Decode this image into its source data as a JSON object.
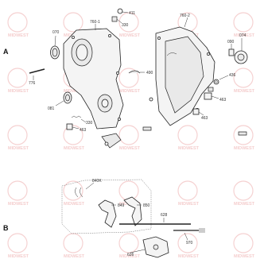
{
  "sections": {
    "a": "A",
    "b": "B"
  },
  "watermark": {
    "text": "MIDWEST"
  },
  "callouts": {
    "c070": "070",
    "c760_1": "760-1",
    "c411": "411",
    "c330_top": "330",
    "c760_2": "760-2",
    "c090": "090",
    "c074": "074",
    "c776": "776",
    "c490": "490",
    "c436": "436",
    "c081": "081",
    "c463_right": "463",
    "c330_mid": "330",
    "c463_left": "463",
    "c463_lower": "463",
    "c840k": "840K",
    "c849": "849",
    "c850": "850",
    "c628": "628",
    "c970": "970",
    "c626": "626"
  },
  "colors": {
    "watermark": "#d84a4a",
    "line": "#222222"
  }
}
